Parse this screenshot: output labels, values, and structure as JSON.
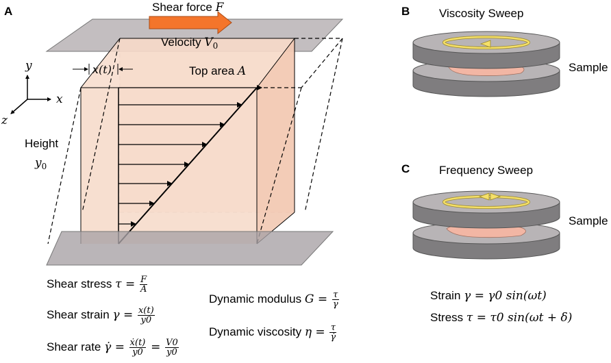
{
  "panels": {
    "a": "A",
    "b": "B",
    "c": "C"
  },
  "diagram_a": {
    "shear_force_text": "Shear force",
    "shear_force_var": "F",
    "velocity_text": "Velocity",
    "velocity_var": "V",
    "velocity_sub": "0",
    "top_area_text": "Top area",
    "top_area_var": "A",
    "x_of_t": "x(t)",
    "axis_y": "y",
    "axis_x": "x",
    "axis_z": "z",
    "height_text": "Height",
    "height_var": "y",
    "height_sub": "0"
  },
  "equations": {
    "shear_stress": {
      "label": "Shear stress",
      "lhs": "τ =",
      "num": "F",
      "den": "A"
    },
    "shear_strain": {
      "label": "Shear strain",
      "lhs": "γ =",
      "num": "x(t)",
      "den": "y0"
    },
    "shear_rate": {
      "label": "Shear rate",
      "lhs": "γ̇ =",
      "num1": "ẋ(t)",
      "den1": "y0",
      "eq": "=",
      "num2": "V0",
      "den2": "y0"
    },
    "dynamic_modulus": {
      "label": "Dynamic modulus",
      "lhs": "G =",
      "num": "τ",
      "den": "γ"
    },
    "dynamic_viscosity": {
      "label": "Dynamic viscosity",
      "lhs": "η =",
      "num": "τ",
      "den": "γ̇"
    }
  },
  "viscosity_sweep": {
    "title": "Viscosity Sweep",
    "sample": "Sample"
  },
  "frequency_sweep": {
    "title": "Frequency Sweep",
    "sample": "Sample"
  },
  "oscillation": {
    "strain_label": "Strain",
    "strain_eq": "γ = γ0 sin(ωt)",
    "stress_label": "Stress",
    "stress_eq": "τ = τ0 sin(ωt + δ)"
  },
  "colors": {
    "plate": "#b9b3b5",
    "block_fill": "#f6d9c8",
    "block_edge": "#000000",
    "arrow_orange": "#f4752b",
    "disc_top": "#b8b4b6",
    "disc_side": "#7f7d7f",
    "arrow_yellow": "#f5e06a",
    "sample_pink": "#f2b6a4"
  }
}
